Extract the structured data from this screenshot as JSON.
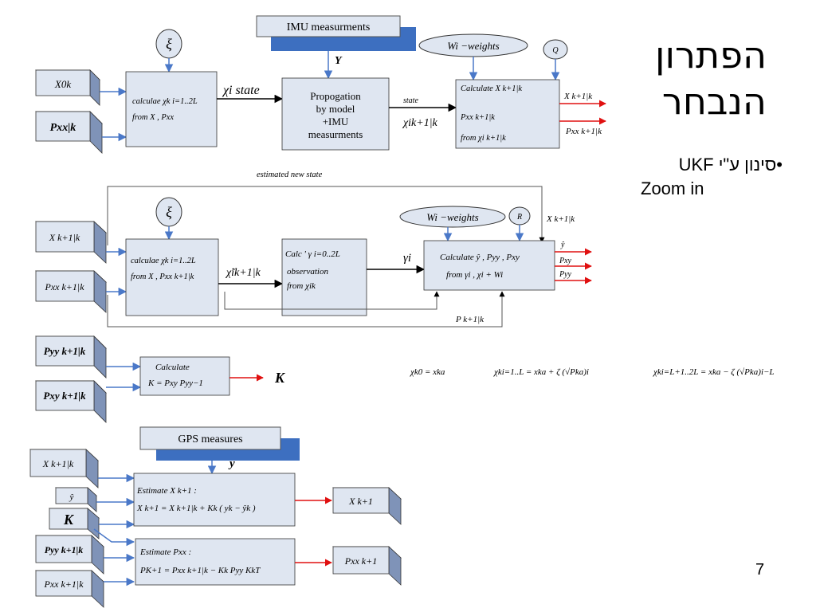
{
  "title": {
    "line1": "הפתרון",
    "line2": "הנבחר"
  },
  "bullets": {
    "item1": "•סינון ע\"י UKF",
    "item2": "Zoom in"
  },
  "page_number": "7",
  "colors": {
    "box_fill": "#dfe6f1",
    "box_side": "#7f93b8",
    "box_stroke": "#333333",
    "arrow_blue": "#4a78c8",
    "arrow_red": "#e01010",
    "band_blue": "#3d6fc0"
  },
  "stage1": {
    "imu_label": "IMU measurments",
    "y_label": "Y",
    "xi_symbol": "ξ",
    "q_label": "Q",
    "weights_label": "Wi −weights",
    "in_x": "X0k",
    "in_p": "Pxx|k",
    "sigma_line1": "calculae χk i=1..2L",
    "sigma_line2": "from X , Pxx",
    "chi_state": "χi state",
    "prop_line1": "Propogation",
    "prop_line2": "by model",
    "prop_line3": "+IMU",
    "prop_line4": "measurments",
    "state_label": "state",
    "chi_pred": "χik+1|k",
    "calc_line1": "Calculate X k+1|k",
    "calc_line2": "Pxx k+1|k",
    "calc_line3": "from χi k+1|k",
    "out_x": "X k+1|k",
    "out_p": "Pxx k+1|k"
  },
  "stage2": {
    "estimated_label": "estimated new state",
    "feedback_x": "X k+1|k",
    "xi_symbol": "ξ",
    "weights_label": "Wi −weights",
    "r_label": "R",
    "in_x": "X k+1|k",
    "in_p": "Pxx k+1|k",
    "sigma_line1": "calculae χk i=1..2L",
    "sigma_line2": "from X , Pxx k+1|k",
    "chi_tilde": "χ̃ik+1|k",
    "obs_line1": "Calc ' γ i=0..2L",
    "obs_line2": "observation",
    "obs_line3": "from χik",
    "gamma_label": "γi",
    "calc_line1": "Calculate ŷ , Pyy , Pxy",
    "calc_line2": "from γi , χi + Wi",
    "out_y": "ŷ",
    "out_pxy": "Pxy",
    "out_pyy": "Pyy",
    "feedback_p": "P k+1|k"
  },
  "stage3": {
    "in_pyy": "Pyy k+1|k",
    "in_pxy": "Pxy k+1|k",
    "calc_line1": "Calculate",
    "calc_line2": "K = Pxy Pyy−1",
    "out_k": "K"
  },
  "formulas": {
    "f1": "χk0 = xka",
    "f2": "χki=1..L = xka + ζ (√Pka)i",
    "f3": "χki=L+1..2L = xka − ζ (√Pka)i−L"
  },
  "stage4": {
    "gps_label": "GPS measures",
    "y_label": "y",
    "in_x": "X k+1|k",
    "in_yhat": "ŷ",
    "in_k": "K",
    "in_pyy": "Pyy k+1|k",
    "in_pxx": "Pxx k+1|k",
    "est_x_line1": "Estimate X k+1 :",
    "est_x_line2": "X k+1 = X k+1|k + Kk ( yk − ŷk )",
    "est_p_line1": "Estimate Pxx :",
    "est_p_line2": "PK+1 = Pxx k+1|k − Kk Pyy KkT",
    "out_x": "X k+1",
    "out_p": "Pxx k+1"
  }
}
